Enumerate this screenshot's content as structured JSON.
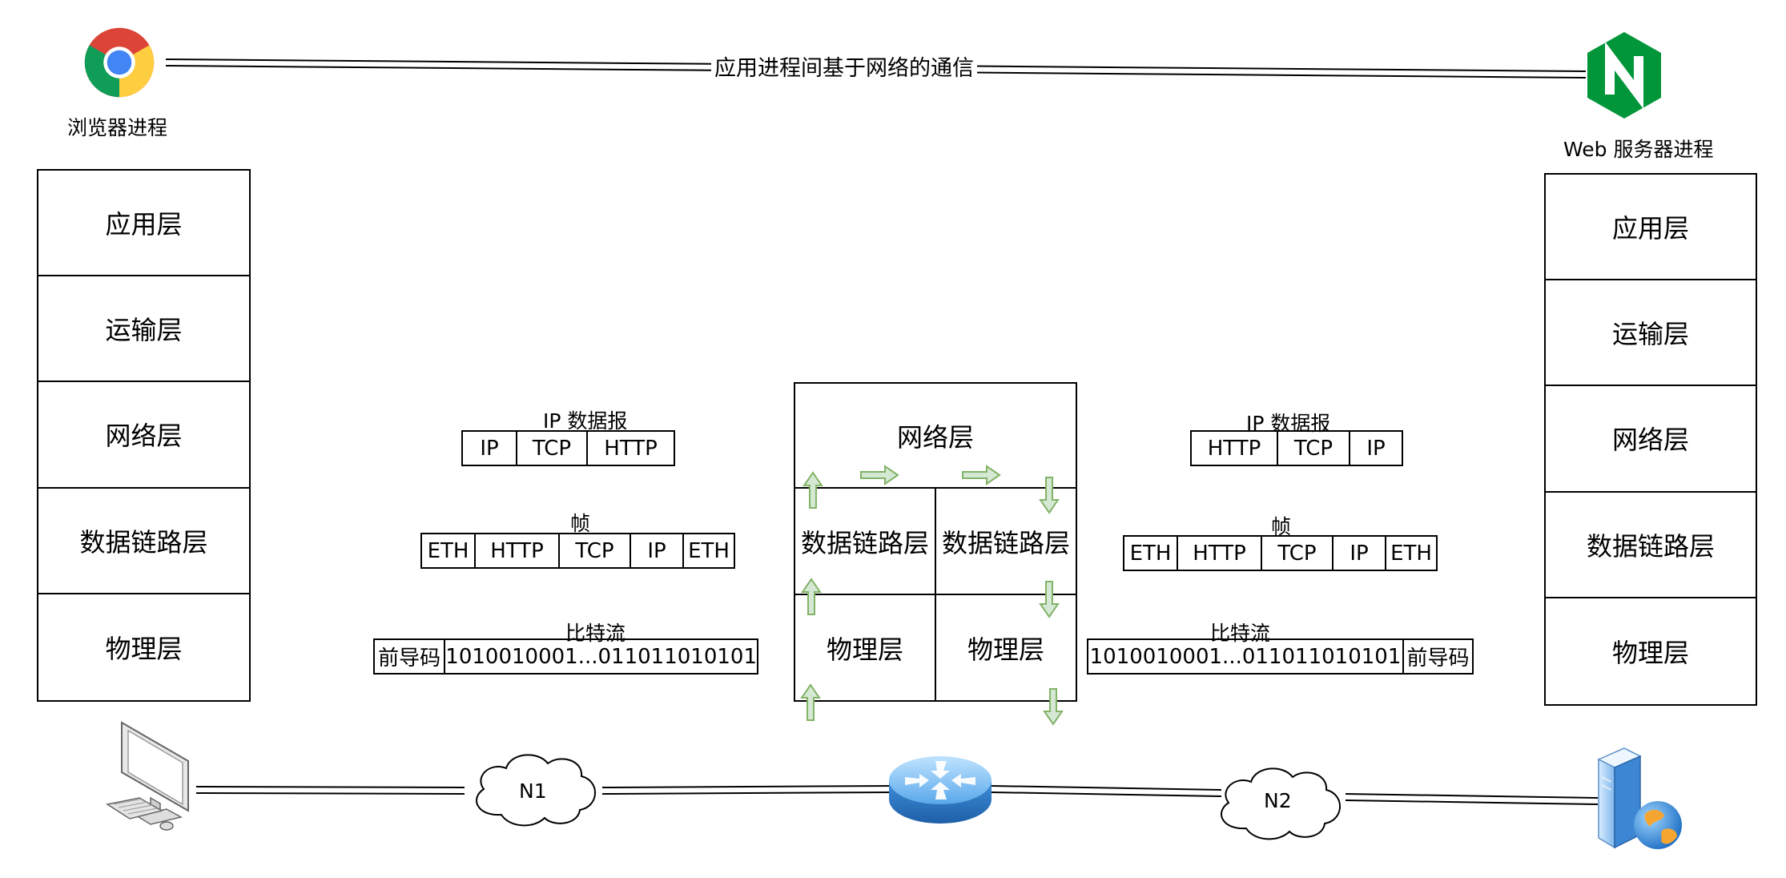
{
  "top": {
    "title": "应用进程间基于网络的通信",
    "left_process": "浏览器进程",
    "right_process": "Web 服务器进程"
  },
  "left_stack": [
    "应用层",
    "运输层",
    "网络层",
    "数据链路层",
    "物理层"
  ],
  "right_stack": [
    "应用层",
    "运输层",
    "网络层",
    "数据链路层",
    "物理层"
  ],
  "router": {
    "network": "网络层",
    "datalink_left": "数据链路层",
    "datalink_right": "数据链路层",
    "physical_left": "物理层",
    "physical_right": "物理层"
  },
  "left_packets": {
    "ip_caption": "IP 数据报",
    "ip_cells": [
      "IP",
      "TCP",
      "HTTP"
    ],
    "frame_caption": "帧",
    "frame_cells": [
      "ETH",
      "HTTP",
      "TCP",
      "IP",
      "ETH"
    ],
    "bits_caption": "比特流",
    "bits_cells": [
      "前导码",
      "1010010001...011011010101"
    ]
  },
  "right_packets": {
    "ip_caption": "IP 数据报",
    "ip_cells": [
      "HTTP",
      "TCP",
      "IP"
    ],
    "frame_caption": "帧",
    "frame_cells": [
      "ETH",
      "HTTP",
      "TCP",
      "IP",
      "ETH"
    ],
    "bits_caption": "比特流",
    "bits_cells": [
      "1010010001...011011010101",
      "前导码"
    ]
  },
  "networks": {
    "n1": "N1",
    "n2": "N2"
  },
  "colors": {
    "arrow_fill": "#d5e8d4",
    "arrow_stroke": "#82b366",
    "nginx_green": "#009639"
  },
  "icons": [
    "chrome-icon",
    "nginx-icon",
    "computer-icon",
    "router-icon",
    "server-icon",
    "cloud-icon"
  ]
}
